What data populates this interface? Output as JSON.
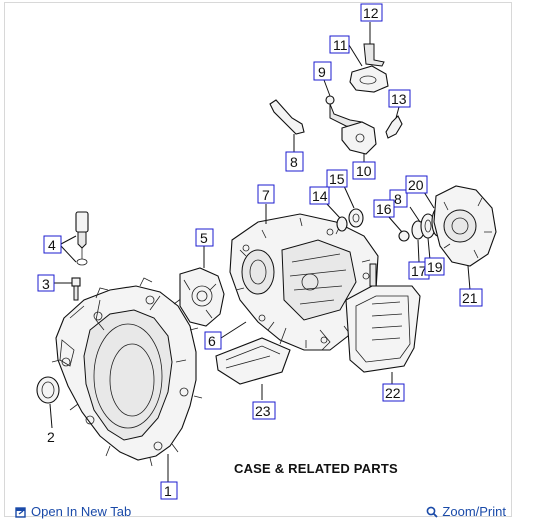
{
  "caption": "CASE & RELATED PARTS",
  "callouts": {
    "c1": "1",
    "c2": "2",
    "c3": "3",
    "c4": "4",
    "c5": "5",
    "c6": "6",
    "c7": "7",
    "c8a": "8",
    "c8b": "8",
    "c9": "9",
    "c10": "10",
    "c11": "11",
    "c12": "12",
    "c13": "13",
    "c14": "14",
    "c15": "15",
    "c16": "16",
    "c17": "17",
    "c19": "19",
    "c20": "20",
    "c21": "21",
    "c22": "22",
    "c23": "23"
  },
  "footer": {
    "open_label": "Open In New Tab",
    "zoom_label": "Zoom/Print",
    "open_icon": "open-in-new-tab-icon",
    "zoom_icon": "magnifier-icon"
  },
  "colors": {
    "callout_box": "#1b1bcf",
    "link": "#1a4aa8"
  }
}
